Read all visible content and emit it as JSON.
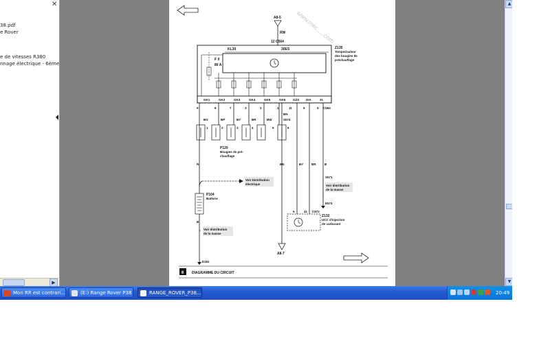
{
  "left_panel": {
    "lines": [
      "38.pdf",
      "e Rover",
      "e de vitesses R380",
      "nnage électrique - 6ème"
    ]
  },
  "taskbar": {
    "buttons": [
      {
        "label": "Mon RR est contrari..."
      },
      {
        "label": "(E:) Range Rover P38"
      },
      {
        "label": "RANGE_ROVER_P38...."
      }
    ],
    "clock": "20:49"
  },
  "diagram": {
    "watermark": "www.mec.....com",
    "top_node": "A8-5",
    "top_wire": "RW",
    "pins_c564": "12  C564",
    "kl30": "KL30",
    "term_30es": "30ES",
    "module_code": "Z135",
    "module_desc": [
      "Temporisateur",
      "des bougies de",
      "préchauffage"
    ],
    "fuse_label": "F 0",
    "fuse_rating": "80 A",
    "module_pins": [
      "GK1",
      "GK2",
      "GK3",
      "GK4",
      "GK5",
      "GK6",
      "GZS",
      "DIA",
      "31"
    ],
    "pin_numbers": [
      "9",
      "8",
      "7",
      "3",
      "2",
      "1",
      "11",
      "6",
      "5"
    ],
    "c564_right": "C564",
    "wire_colors": [
      "BG",
      "BP",
      "BY",
      "BR",
      "BW"
    ],
    "bn_label": "BN",
    "s574": "S574",
    "plug_numbers": [
      "1",
      "2",
      "3",
      "4",
      "5",
      "6"
    ],
    "plug_code": "P120",
    "plug_desc": [
      "Bougies de pré-",
      "chauffage"
    ],
    "wire_r": "R",
    "wire_bn": "BN",
    "wire_by": "BY",
    "wire_br": "BR",
    "wire_b": "B",
    "s571": "S571",
    "voir_masse_right": [
      "Voir distribution",
      "de la masse"
    ],
    "e574": "E574",
    "voir_elec": [
      "Voir Distribution",
      "électrique"
    ],
    "battery_code": "P104",
    "battery_label": "Batterie",
    "wire_b_left": "B",
    "voir_masse_left": [
      "Voir distribution",
      "de la masse"
    ],
    "ucc_pins": [
      "6",
      "41"
    ],
    "c572": "C572",
    "ucc_code": "Z132",
    "ucc_desc": [
      "UCC d'injection",
      "de carburant"
    ],
    "bottom_node": "A8-7",
    "e181": "E181",
    "section_number": "6",
    "section_title": "DIAGRAMME DU CIRCUIT"
  }
}
